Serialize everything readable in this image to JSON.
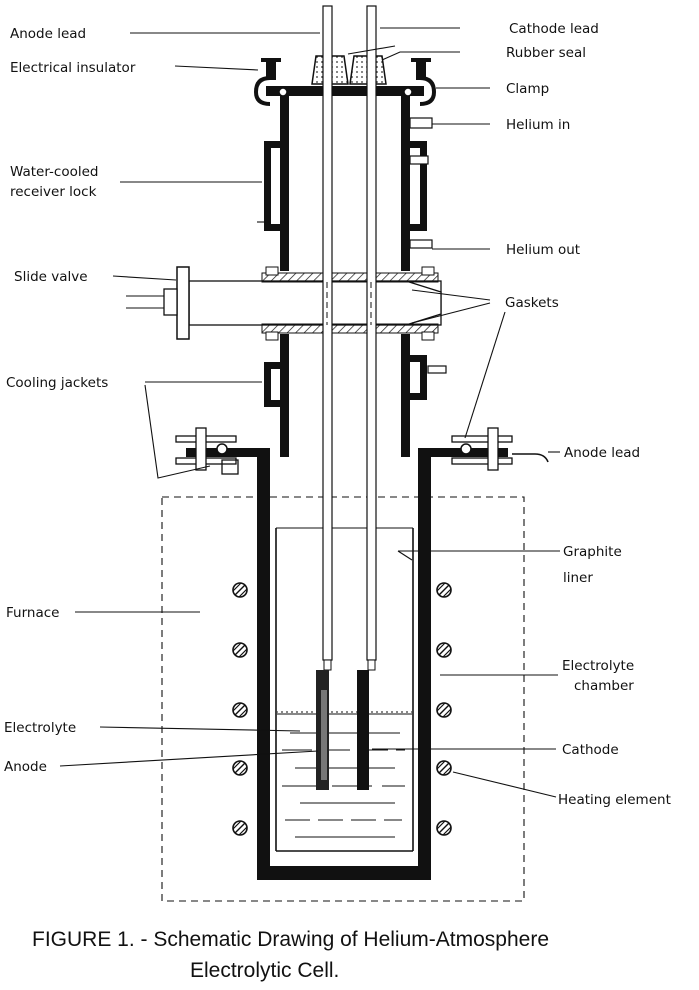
{
  "labels": {
    "anode_lead_top": "Anode lead",
    "cathode_lead": "Cathode lead",
    "rubber_seal": "Rubber seal",
    "electrical_insulator": "Electrical insulator",
    "clamp": "Clamp",
    "helium_in": "Helium in",
    "water_cooled_1": "Water-cooled",
    "water_cooled_2": "receiver lock",
    "helium_out": "Helium out",
    "slide_valve": "Slide valve",
    "gaskets": "Gaskets",
    "cooling_jackets": "Cooling jackets",
    "anode_lead_side": "Anode lead",
    "graphite_1": "Graphite",
    "graphite_2": "liner",
    "furnace": "Furnace",
    "electrolyte_chamber_1": "Electrolyte",
    "electrolyte_chamber_2": "chamber",
    "electrolyte": "Electrolyte",
    "anode": "Anode",
    "cathode": "Cathode",
    "heating_element": "Heating element"
  },
  "caption": {
    "line1": "FIGURE 1. - Schematic Drawing of Helium-Atmosphere",
    "line2": "Electrolytic Cell."
  }
}
